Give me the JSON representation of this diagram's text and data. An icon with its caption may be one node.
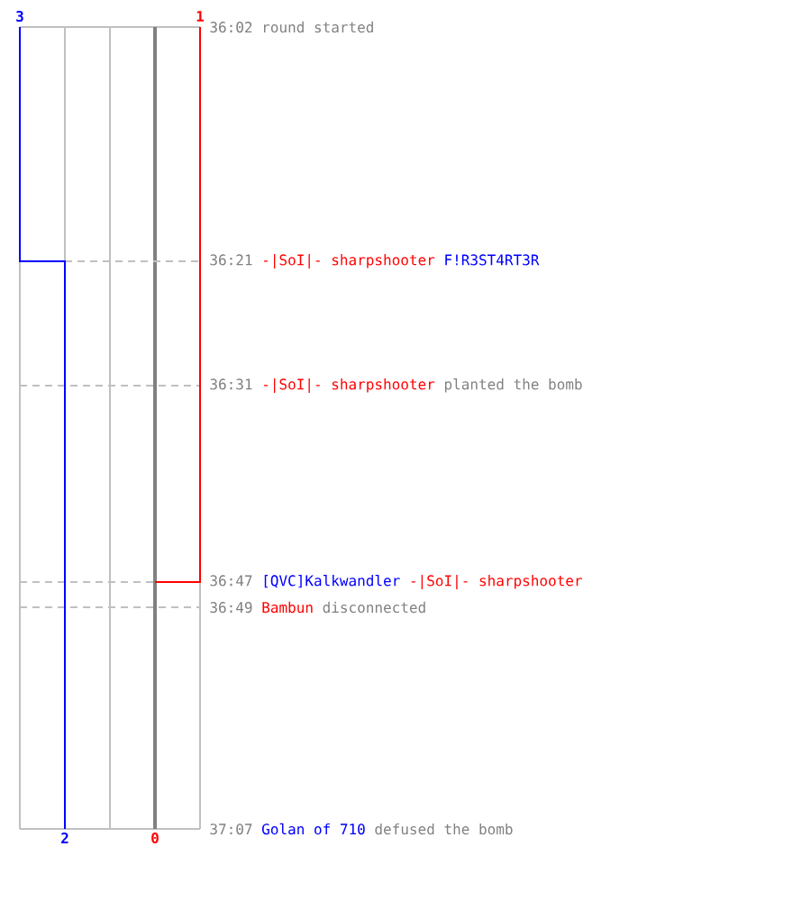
{
  "diagram": {
    "labels": [
      "3",
      "1",
      "36:02",
      "round started",
      "36:21",
      "-|SoI|- sharpshooter",
      "F!R3ST4RT3R",
      "36:31",
      "-|SoI|- sharpshooter",
      "planted the bomb",
      "36:47",
      "[QVC]Kalkwandler",
      "-|SoI|- sharpshooter",
      "36:49",
      "Bambun",
      "disconnected",
      "2",
      "0",
      "37:07",
      "Golan of 710",
      "defused the bomb"
    ]
  }
}
